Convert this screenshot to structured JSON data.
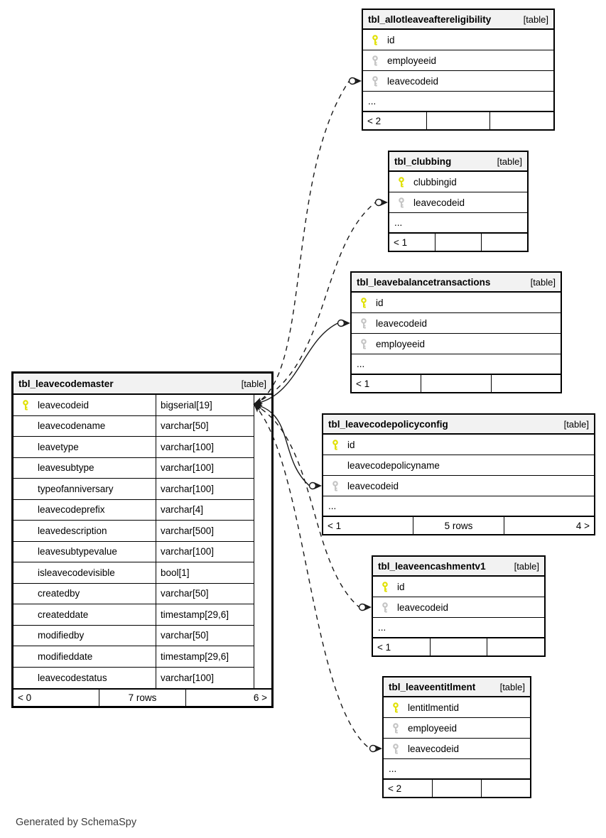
{
  "note": "Generated by SchemaSpy",
  "colors": {
    "primary_key_icon": "#e0e000",
    "foreign_key_icon": "#c4c4c4",
    "border": "#000000",
    "header_bg": "#f2f2f2",
    "edge": "#1a1a1a"
  },
  "tables": [
    {
      "id": "tbl_allotleaveaftereligibility",
      "title": "tbl_allotleaveaftereligibility",
      "tag": "[table]",
      "columns": [
        {
          "name": "id",
          "type": null,
          "key": "pk"
        },
        {
          "name": "employeeid",
          "type": null,
          "key": "fk"
        },
        {
          "name": "leavecodeid",
          "type": null,
          "key": "fk"
        }
      ],
      "more_marker": "...",
      "footer": {
        "left": "< 2",
        "center": "",
        "right": ""
      }
    },
    {
      "id": "tbl_clubbing",
      "title": "tbl_clubbing",
      "tag": "[table]",
      "columns": [
        {
          "name": "clubbingid",
          "type": null,
          "key": "pk"
        },
        {
          "name": "leavecodeid",
          "type": null,
          "key": "fk"
        }
      ],
      "more_marker": "...",
      "footer": {
        "left": "< 1",
        "center": "",
        "right": ""
      }
    },
    {
      "id": "tbl_leavebalancetransactions",
      "title": "tbl_leavebalancetransactions",
      "tag": "[table]",
      "columns": [
        {
          "name": "id",
          "type": null,
          "key": "pk"
        },
        {
          "name": "leavecodeid",
          "type": null,
          "key": "fk"
        },
        {
          "name": "employeeid",
          "type": null,
          "key": "fk"
        }
      ],
      "more_marker": "...",
      "footer": {
        "left": "< 1",
        "center": "",
        "right": ""
      }
    },
    {
      "id": "tbl_leavecodemaster",
      "title": "tbl_leavecodemaster",
      "tag": "[table]",
      "columns": [
        {
          "name": "leavecodeid",
          "type": "bigserial[19]",
          "key": "pk"
        },
        {
          "name": "leavecodename",
          "type": "varchar[50]",
          "key": null
        },
        {
          "name": "leavetype",
          "type": "varchar[100]",
          "key": null
        },
        {
          "name": "leavesubtype",
          "type": "varchar[100]",
          "key": null
        },
        {
          "name": "typeofanniversary",
          "type": "varchar[100]",
          "key": null
        },
        {
          "name": "leavecodeprefix",
          "type": "varchar[4]",
          "key": null
        },
        {
          "name": "leavedescription",
          "type": "varchar[500]",
          "key": null
        },
        {
          "name": "leavesubtypevalue",
          "type": "varchar[100]",
          "key": null
        },
        {
          "name": "isleavecodevisible",
          "type": "bool[1]",
          "key": null
        },
        {
          "name": "createdby",
          "type": "varchar[50]",
          "key": null
        },
        {
          "name": "createddate",
          "type": "timestamp[29,6]",
          "key": null
        },
        {
          "name": "modifiedby",
          "type": "varchar[50]",
          "key": null
        },
        {
          "name": "modifieddate",
          "type": "timestamp[29,6]",
          "key": null
        },
        {
          "name": "leavecodestatus",
          "type": "varchar[100]",
          "key": null
        }
      ],
      "more_marker": null,
      "footer": {
        "left": "< 0",
        "center": "7 rows",
        "right": "6 >"
      }
    },
    {
      "id": "tbl_leavecodepolicyconfig",
      "title": "tbl_leavecodepolicyconfig",
      "tag": "[table]",
      "columns": [
        {
          "name": "id",
          "type": null,
          "key": "pk"
        },
        {
          "name": "leavecodepolicyname",
          "type": null,
          "key": null
        },
        {
          "name": "leavecodeid",
          "type": null,
          "key": "fk"
        }
      ],
      "more_marker": "...",
      "footer": {
        "left": "< 1",
        "center": "5 rows",
        "right": "4 >"
      }
    },
    {
      "id": "tbl_leaveencashmentv1",
      "title": "tbl_leaveencashmentv1",
      "tag": "[table]",
      "columns": [
        {
          "name": "id",
          "type": null,
          "key": "pk"
        },
        {
          "name": "leavecodeid",
          "type": null,
          "key": "fk"
        }
      ],
      "more_marker": "...",
      "footer": {
        "left": "< 1",
        "center": "",
        "right": ""
      }
    },
    {
      "id": "tbl_leaveentitlment",
      "title": "tbl_leaveentitlment",
      "tag": "[table]",
      "columns": [
        {
          "name": "lentitlmentid",
          "type": null,
          "key": "pk"
        },
        {
          "name": "employeeid",
          "type": null,
          "key": "fk"
        },
        {
          "name": "leavecodeid",
          "type": null,
          "key": "fk"
        }
      ],
      "more_marker": "...",
      "footer": {
        "left": "< 2",
        "center": "",
        "right": ""
      }
    }
  ],
  "relationships": [
    {
      "from": "tbl_leavecodemaster.leavecodeid",
      "to": "tbl_allotleaveaftereligibility.leavecodeid",
      "type": "implied"
    },
    {
      "from": "tbl_leavecodemaster.leavecodeid",
      "to": "tbl_clubbing.leavecodeid",
      "type": "implied"
    },
    {
      "from": "tbl_leavecodemaster.leavecodeid",
      "to": "tbl_leavebalancetransactions.leavecodeid",
      "type": "foreign-key"
    },
    {
      "from": "tbl_leavecodemaster.leavecodeid",
      "to": "tbl_leavecodepolicyconfig.leavecodeid",
      "type": "foreign-key"
    },
    {
      "from": "tbl_leavecodemaster.leavecodeid",
      "to": "tbl_leaveencashmentv1.leavecodeid",
      "type": "implied"
    },
    {
      "from": "tbl_leavecodemaster.leavecodeid",
      "to": "tbl_leaveentitlment.leavecodeid",
      "type": "implied"
    }
  ]
}
